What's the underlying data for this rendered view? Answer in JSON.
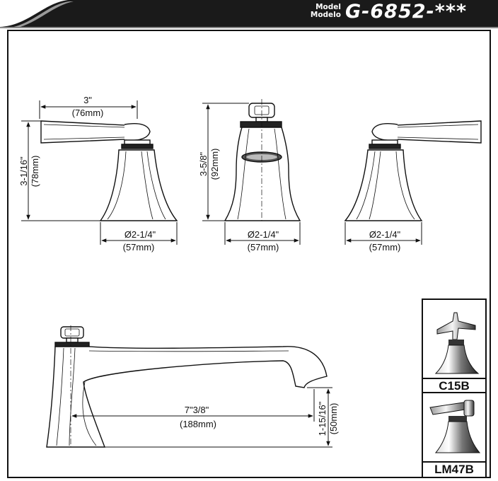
{
  "header": {
    "model_label_en": "Model",
    "model_label_es": "Modelo",
    "model_number": "G-6852-***"
  },
  "dimensions": {
    "handle_width_in": "3\"",
    "handle_width_mm": "(76mm)",
    "handle_height_in": "3-1/16\"",
    "handle_height_mm": "(78mm)",
    "center_height_in": "3-5/8\"",
    "center_height_mm": "(92mm)",
    "base_diameter_in": "Ø2-1/4\"",
    "base_diameter_mm": "(57mm)",
    "spout_reach_in": "7\"3/8\"",
    "spout_reach_mm": "(188mm)",
    "spout_height_in": "1-15/16\"",
    "spout_height_mm": "(50mm)"
  },
  "options": [
    {
      "code": "C15B",
      "handle": "cross-handle"
    },
    {
      "code": "LM47B",
      "handle": "lever-handle"
    }
  ]
}
